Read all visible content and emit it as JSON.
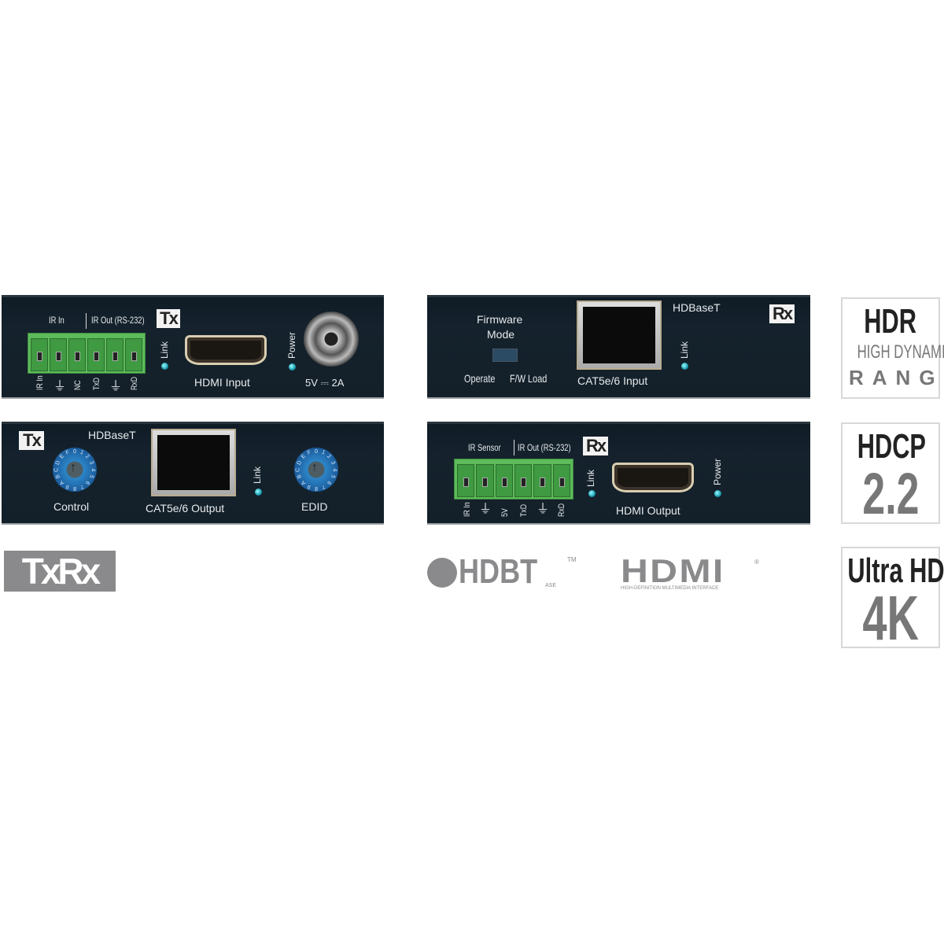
{
  "tx_front": {
    "badge": "Tx",
    "ir_in": "IR In",
    "ir_out": "IR Out (RS-232)",
    "pins": [
      "IR In",
      "⏚",
      "NC",
      "TxD",
      "⏚",
      "RxD"
    ],
    "link": "Link",
    "hdmi": "HDMI Input",
    "power": "Power",
    "power_rating": "5V ⎓ 2A"
  },
  "tx_rear": {
    "badge": "Tx",
    "hdbaset": "HDBaseT",
    "control": "Control",
    "rj45": "CAT5e/6 Output",
    "link": "Link",
    "edid": "EDID",
    "dial_chars": "0123456789ABCDEF"
  },
  "rx_front": {
    "badge": "Rx",
    "firmware": "Firmware",
    "mode": "Mode",
    "operate": "Operate",
    "fw_load": "F/W Load",
    "rj45": "CAT5e/6 Input",
    "hdbaset": "HDBaseT",
    "link": "Link"
  },
  "rx_rear": {
    "badge": "Rx",
    "ir_sensor": "IR Sensor",
    "ir_out": "IR Out (RS-232)",
    "pins": [
      "IR In",
      "⏚",
      "5V",
      "TxD",
      "⏚",
      "RxD"
    ],
    "link": "Link",
    "hdmi": "HDMI Output",
    "power": "Power"
  },
  "logos": {
    "txrx": "TxRx",
    "hdbaset_logo": "HDBT",
    "hdbaset_sub": "ASE",
    "hdbaset_tm": "TM",
    "hdmi": "HDMI",
    "hdmi_sub": "HIGH-DEFINITION MULTIMEDIA INTERFACE",
    "hdmi_reg": "®"
  },
  "badges": {
    "hdr": {
      "title": "HDR",
      "line1": "HIGH DYNAMIC",
      "line2": "RANGE"
    },
    "hdcp": {
      "title": "HDCP",
      "value": "2.2"
    },
    "uhd": {
      "title": "Ultra HD",
      "value": "4K"
    }
  },
  "colors": {
    "panel": "#15222d",
    "terminal": "#5dbb5a",
    "led": "#1a9cb0",
    "logo_gray": "#8a8a8c"
  }
}
